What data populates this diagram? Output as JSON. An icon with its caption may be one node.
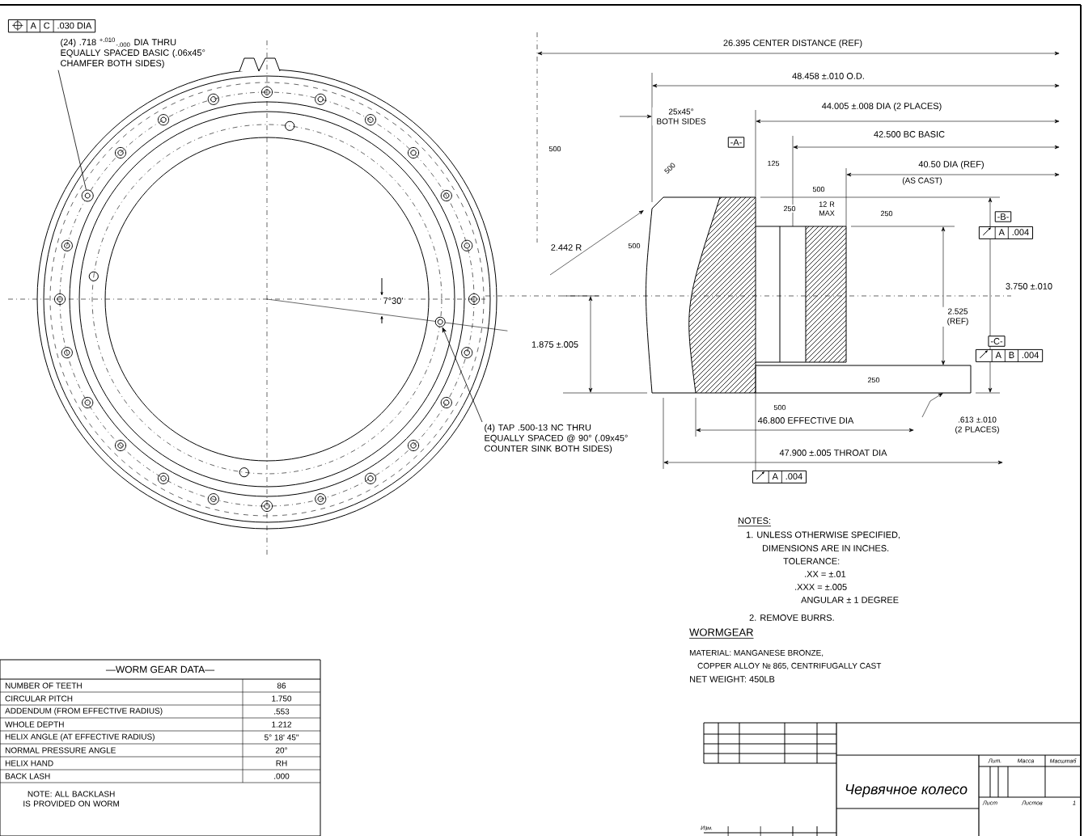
{
  "diagram": {
    "nodes": [
      {
        "text": [
          "A",
          "C",
          ".030 DIA"
        ]
      },
      {
        "text": [
          "(24) .718 $^{+.010}$$_{-.000}$ DIA THRU EQUALLY SPACED BASIC (.06x45° CHAMFER BOTH SIDES)"
        ]
      },
      {
        "text": [],
        "shape": "circle"
      },
      {
        "text": [
          "(4) TAP .500-13 NC THRU EQUALLY SPACED @ 90° (.09x45° COUNTER SINK BOTH SIDES)"
        ]
      },
      {
        "text": [],
        "shape": "circle"
      },
      {
        "text": [
          "-A-"
        ]
      },
      {
        "text": [
          "-B-"
        ]
      },
      {
        "text": [
          "A",
          ".004"
        ]
      },
      {
        "text": [
          "-C-"
        ]
      },
      {
        "text": [
          "A",
          "B",
          ".004"
        ]
      },
      {
        "text": [
          "A",
          ".004"
        ]
      }
    ],
    "edges": [
      {
        "from": 1,
        "to": 2,
        "arrow": "none"
      },
      {
        "from": 3,
        "to": 4,
        "arrow": "to"
      }
    ],
    "labels": [
      "26.395 CENTER DISTANCE (REF)",
      "48.458 ±.010 O.D.",
      "25x45° BOTH SIDES",
      "44.005 ±.008 DIA (2 PLACES)",
      "500",
      "42.500 BC BASIC",
      "500",
      "125",
      "40.50 DIA (REF)",
      "(AS CAST)",
      "500",
      "250",
      "12 R MAX",
      "250",
      "500",
      "2.442 R",
      "3.750 ±.010",
      "7°30'",
      "2.525 (REF)",
      "1.875 ±.005",
      "250",
      "500",
      "46.800 EFFECTIVE DIA",
      ".613 ±.010 (2 PLACES)",
      "47.900 ±.005 THROAT DIA",
      "NOTES:",
      "1. UNLESS OTHERWISE SPECIFIED,",
      "DIMENSIONS ARE IN INCHES.",
      "TOLERANCE:",
      ".XX = ±.01",
      ".XXX = ±.005",
      "ANGULAR ± 1 DEGREE",
      "2. REMOVE BURRS.",
      "WORMGEAR",
      "MATERIAL: MANGANESE BRONZE,",
      "COPPER ALLOY № 865, CENTRIFUGALLY CAST",
      "NET WEIGHT: 450LB",
      "—WORM GEAR DATA—",
      "NUMBER OF TEETH",
      "86",
      "CIRCULAR PITCH",
      "1.750",
      "ADDENDUM (FROM EFFECTIVE RADIUS)",
      ".553",
      "WHOLE DEPTH",
      "1.212",
      "HELIX ANGLE (AT EFFECTIVE RADIUS)",
      "5° 18' 45\"",
      "NORMAL PRESSURE ANGLE",
      "20°",
      "HELIX HAND",
      "RH",
      "BACK LASH",
      ".000",
      "NOTE: ALL BACKLASH IS PROVIDED ON WORM",
      "Червячное колесо",
      "Лит.",
      "Масса",
      "Масштаб",
      "Лист",
      "Листов",
      "1",
      "Изм."
    ]
  }
}
